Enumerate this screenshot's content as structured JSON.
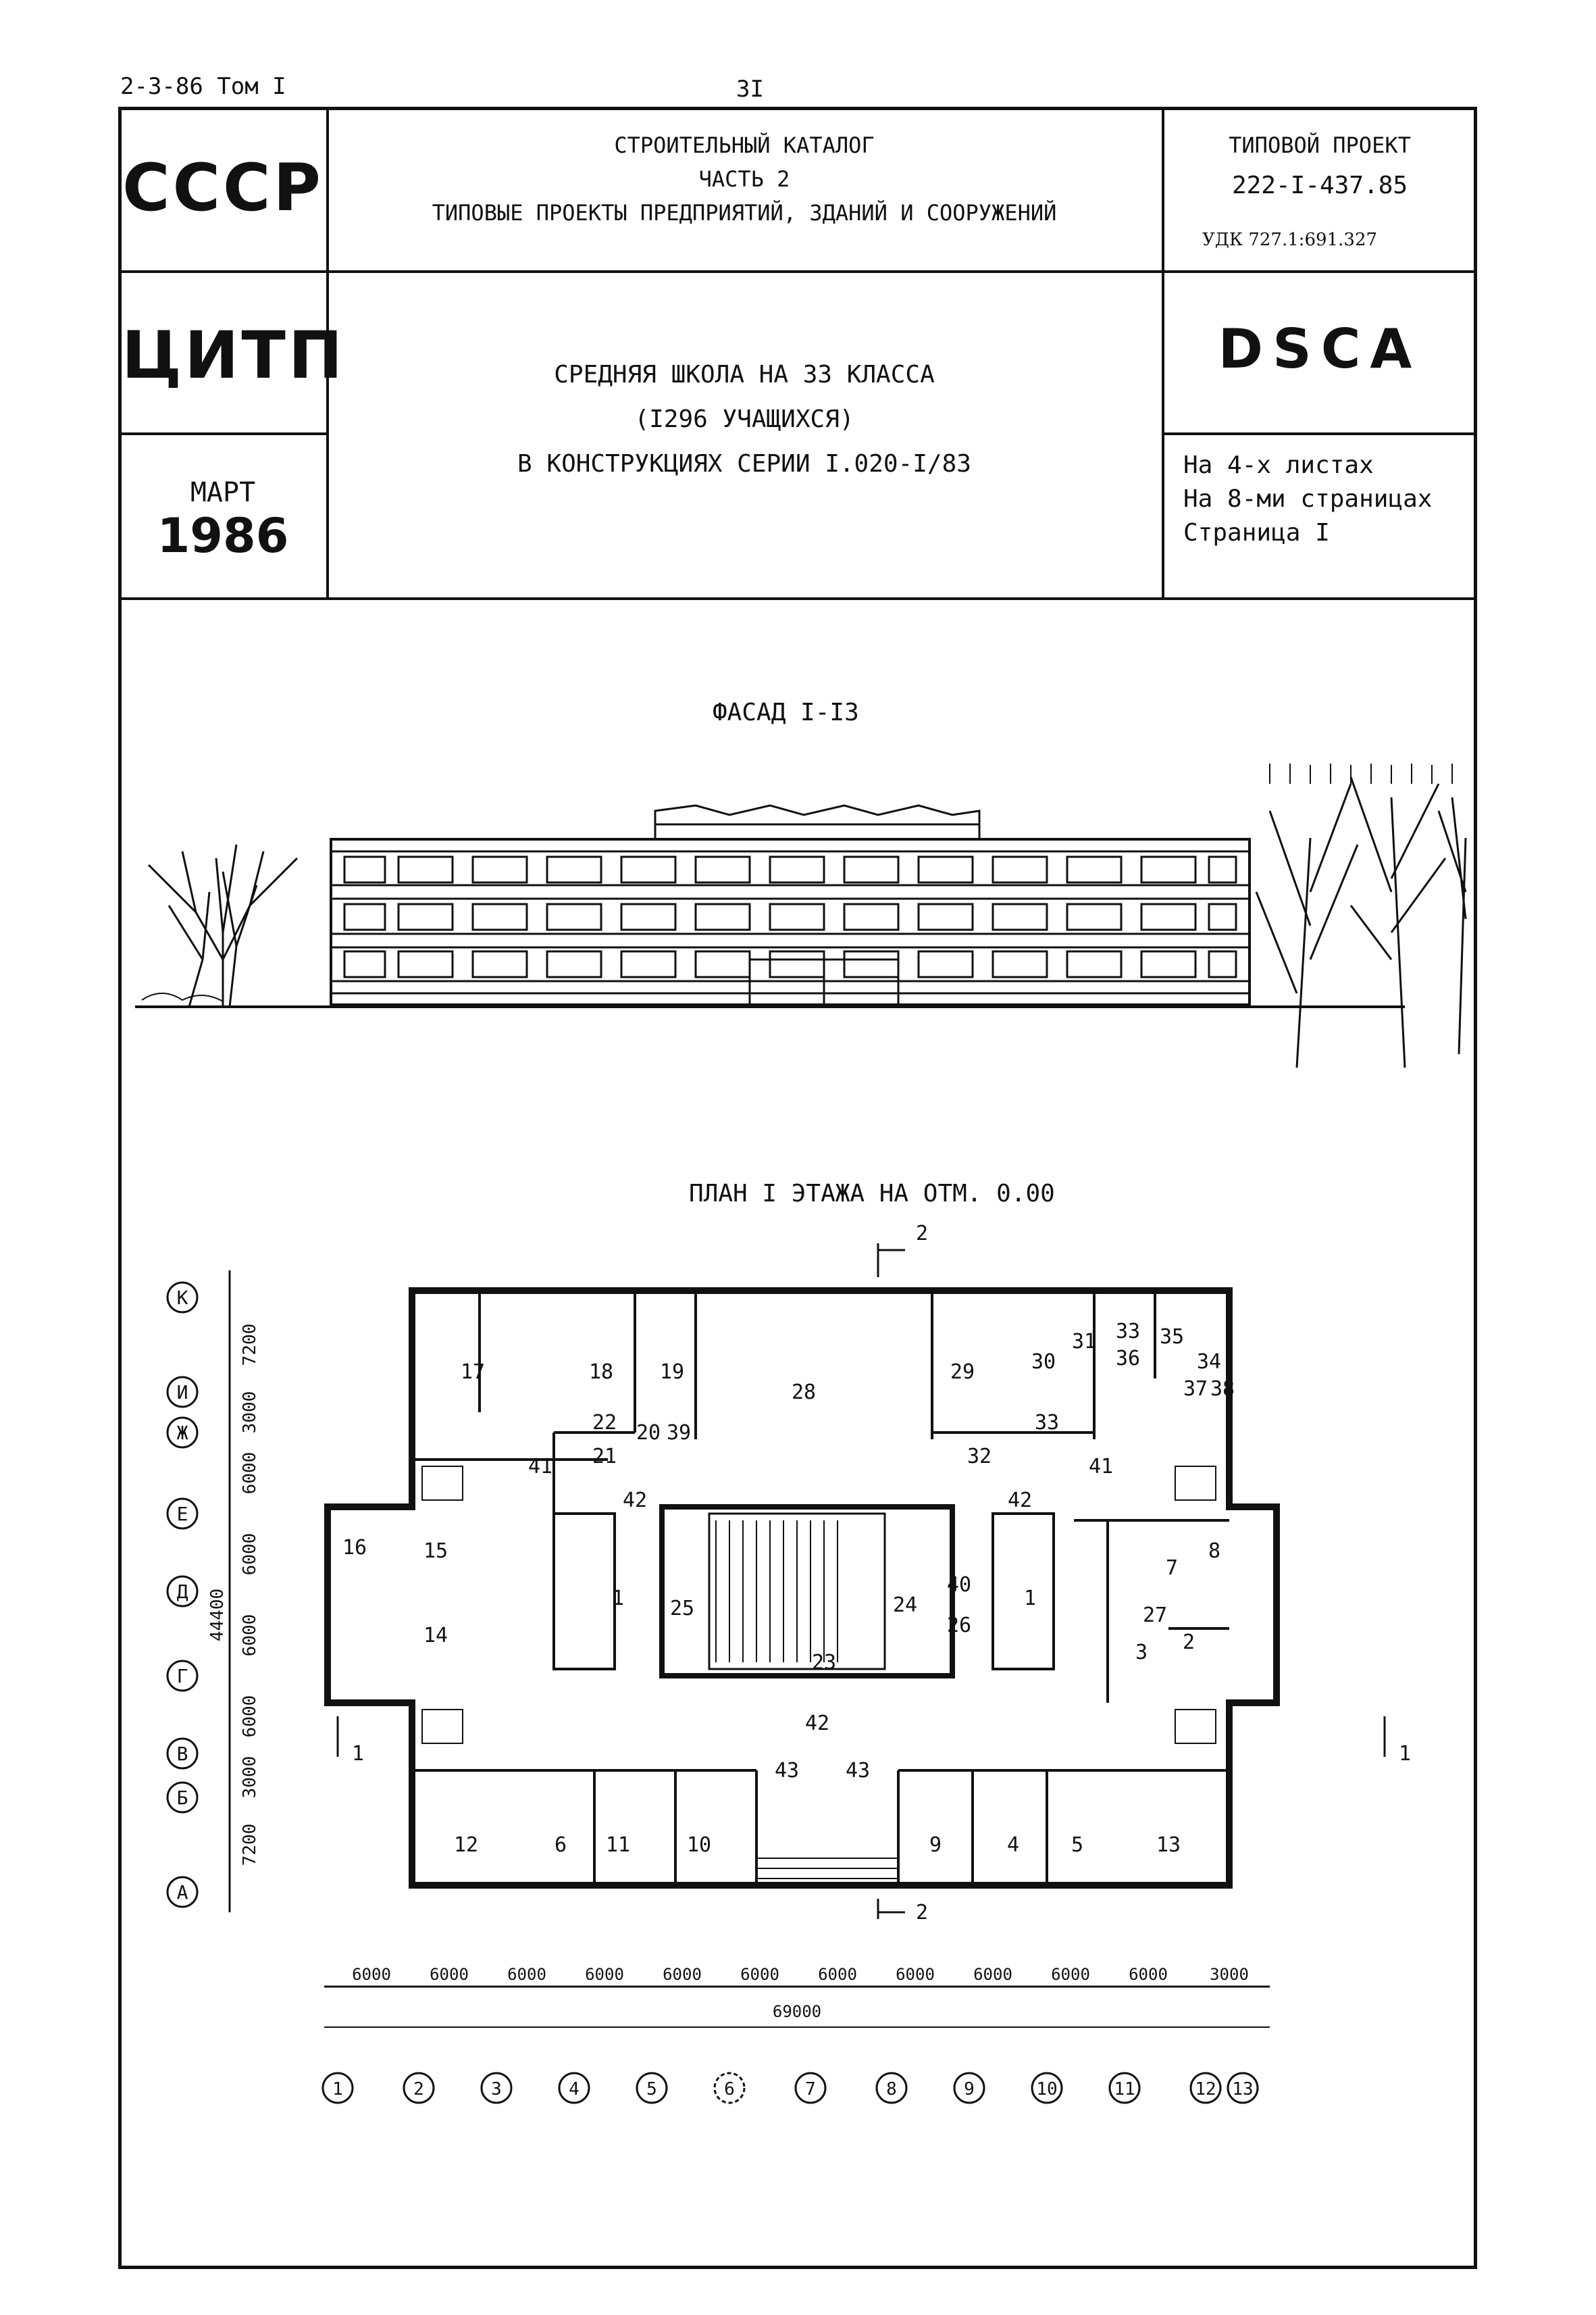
{
  "header": {
    "top_left": "2-3-86 Том I",
    "page_number": "3I"
  },
  "stamp": {
    "country": "СССР",
    "org": "ЦИТП",
    "month": "МАРТ",
    "year": "1986"
  },
  "catalog": {
    "line1": "СТРОИТЕЛЬНЫЙ КАТАЛОГ",
    "line2": "ЧАСТЬ 2",
    "line3": "ТИПОВЫЕ ПРОЕКТЫ ПРЕДПРИЯТИЙ, ЗДАНИЙ И СООРУЖЕНИЙ"
  },
  "project": {
    "label": "ТИПОВОЙ ПРОЕКТ",
    "number": "222-I-437.85",
    "udk": "УДК 727.1:691.327",
    "code": "DSCA"
  },
  "title": {
    "line1": "СРЕДНЯЯ ШКОЛА НА 33 КЛАССА",
    "line2": "(I296 УЧАЩИХСЯ)",
    "line3": "В КОНСТРУКЦИЯХ СЕРИИ I.020-I/83"
  },
  "sheets": {
    "line1": "На 4-х листах",
    "line2": "На 8-ми страницах",
    "line3": "Страница I"
  },
  "facade": {
    "caption": "ФАСАД I-I3"
  },
  "plan": {
    "caption": "ПЛАН I ЭТАЖА НА ОТМ. 0.00",
    "section2": "2",
    "section1": "1",
    "rooms": [
      "17",
      "18",
      "19",
      "28",
      "29",
      "30",
      "31",
      "33",
      "35",
      "34",
      "36",
      "37",
      "38",
      "22",
      "20",
      "39",
      "21",
      "33",
      "32",
      "41",
      "41",
      "42",
      "42",
      "16",
      "15",
      "14",
      "1",
      "25",
      "24",
      "40",
      "26",
      "1",
      "7",
      "8",
      "27",
      "3",
      "2",
      "23",
      "42",
      "43",
      "43",
      "12",
      "6",
      "11",
      "10",
      "9",
      "4",
      "5",
      "13"
    ],
    "row_axes": [
      "К",
      "И",
      "Ж",
      "Е",
      "Д",
      "Г",
      "В",
      "Б",
      "А"
    ],
    "row_dims": [
      "7200",
      "3000",
      "6000",
      "6000",
      "6000",
      "6000",
      "3000",
      "7200"
    ],
    "row_total": "44400",
    "col_axes": [
      "1",
      "2",
      "3",
      "4",
      "5",
      "6",
      "7",
      "8",
      "9",
      "10",
      "11",
      "12",
      "13"
    ],
    "col_dims": [
      "6000",
      "6000",
      "6000",
      "6000",
      "6000",
      "6000",
      "6000",
      "6000",
      "6000",
      "6000",
      "6000",
      "3000"
    ],
    "col_total": "69000"
  }
}
